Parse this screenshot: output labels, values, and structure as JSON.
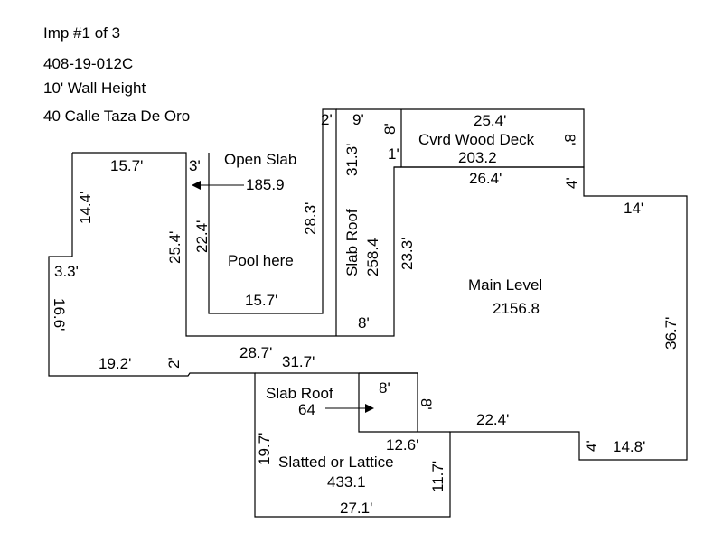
{
  "header": {
    "imp": "Imp #1 of 3",
    "parcel": "408-19-012C",
    "wall_height": "10' Wall Height",
    "address": "40 Calle Taza De Oro"
  },
  "areas": {
    "open_slab_name": "Open Slab",
    "open_slab_area": "185.9",
    "pool_note": "Pool here",
    "slab_roof_name": "Slab Roof",
    "slab_roof_area": "258.4",
    "deck_name": "Cvrd Wood Deck",
    "deck_area": "203.2",
    "main_name": "Main Level",
    "main_area": "2156.8",
    "slab_roof2_name": "Slab Roof",
    "slab_roof2_area": "64",
    "lattice_name": "Slatted or Lattice",
    "lattice_area": "433.1"
  },
  "dims": {
    "d_15_7_top": "15.7'",
    "d_3_top": "3'",
    "d_2_top": "2'",
    "d_9": "9'",
    "d_8_vert_top": "8'",
    "d_25_4_deck": "25.4'",
    "d_8_deck_right": "8'",
    "d_1": "1'",
    "d_31_3": "31.3'",
    "d_26_4": "26.4'",
    "d_4_top": "4'",
    "d_14": "14'",
    "d_14_4": "14.4'",
    "d_25_4_left": "25.4'",
    "d_22_4_left": "22.4'",
    "d_28_3": "28.3'",
    "d_23_3": "23.3'",
    "d_3_3": "3.3'",
    "d_15_7_pool": "15.7'",
    "d_8_pool_bottom": "8'",
    "d_16_6": "16.6'",
    "d_36_7": "36.7'",
    "d_19_2": "19.2'",
    "d_2_bottom": "2'",
    "d_28_7": "28.7'",
    "d_31_7": "31.7'",
    "d_8_sr_top": "8'",
    "d_8_sr_right": "8'",
    "d_22_4_bottom": "22.4'",
    "d_19_7": "19.7'",
    "d_12_6": "12.6'",
    "d_4_bottom": "4'",
    "d_14_8": "14.8'",
    "d_11_7": "11.7'",
    "d_27_1": "27.1'"
  }
}
